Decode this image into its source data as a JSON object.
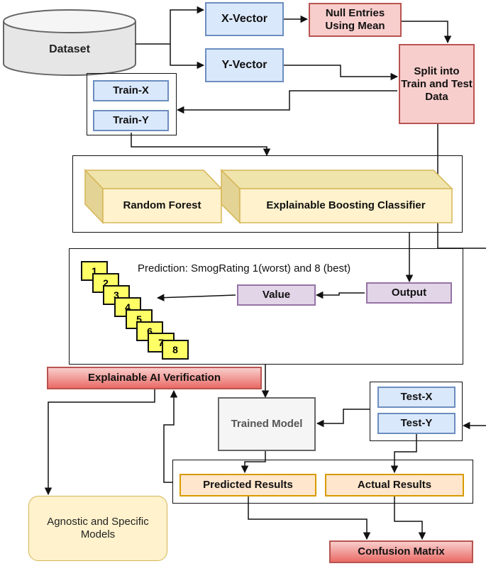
{
  "dataset": "Dataset",
  "x_vector": "X-Vector",
  "y_vector": "Y-Vector",
  "null_entries": "Null Entries Using Mean",
  "split": "Split into Train and Test Data",
  "train_x": "Train-X",
  "train_y": "Train-Y",
  "random_forest": "Random Forest",
  "ebc": "Explainable Boosting Classifier",
  "prediction_caption": "Prediction: SmogRating 1(worst) and 8 (best)",
  "numbers": [
    "1",
    "2",
    "3",
    "4",
    "5",
    "6",
    "7",
    "8"
  ],
  "value": "Value",
  "output": "Output",
  "xai_verification": "Explainable AI Verification",
  "trained_model": "Trained Model",
  "test_x": "Test-X",
  "test_y": "Test-Y",
  "agnostic": "Agnostic and Specific Models",
  "predicted_results": "Predicted Results",
  "actual_results": "Actual Results",
  "confusion_matrix": "Confusion Matrix"
}
